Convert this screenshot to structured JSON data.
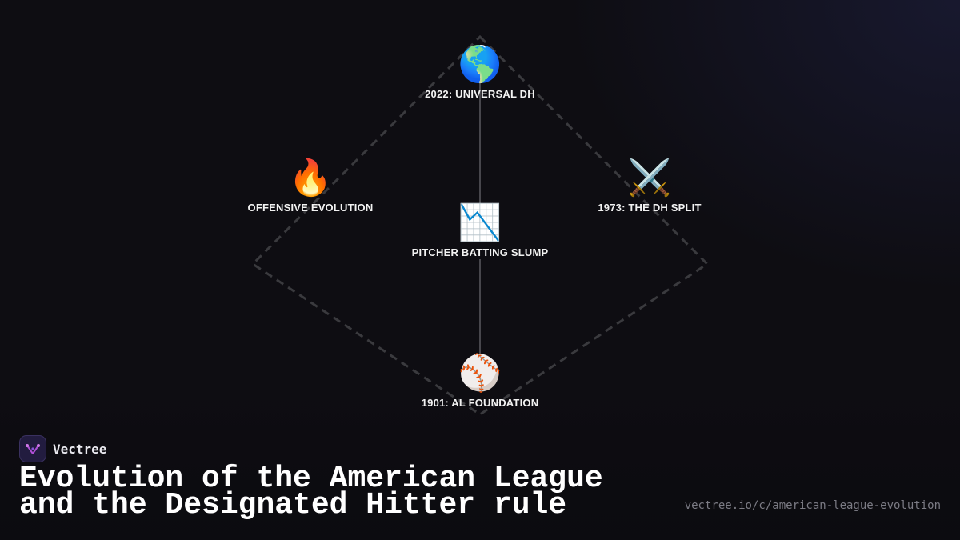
{
  "diagram": {
    "nodes": {
      "top": {
        "icon": "🌎",
        "icon_name": "globe-icon",
        "label": "2022: UNIVERSAL DH"
      },
      "left": {
        "icon": "🔥",
        "icon_name": "fire-icon",
        "label": "OFFENSIVE EVOLUTION"
      },
      "right": {
        "icon": "⚔️",
        "icon_name": "crossed-swords-icon",
        "label": "1973: THE DH SPLIT"
      },
      "center": {
        "icon": "📉",
        "icon_name": "chart-decreasing-icon",
        "label": "PITCHER BATTING SLUMP"
      },
      "bottom": {
        "icon": "⚾",
        "icon_name": "baseball-icon",
        "label": "1901: AL FOUNDATION"
      }
    }
  },
  "brand": {
    "name": "Vectree",
    "logo_icon": "vectree-logo-icon"
  },
  "title": "Evolution of the American League and the Designated Hitter rule",
  "url": "vectree.io/c/american-league-evolution",
  "colors": {
    "background": "#0e0d12",
    "dashed_outline": "#3a3a3e",
    "spine_line": "#5a5a60",
    "url_text": "#7b7b84"
  }
}
